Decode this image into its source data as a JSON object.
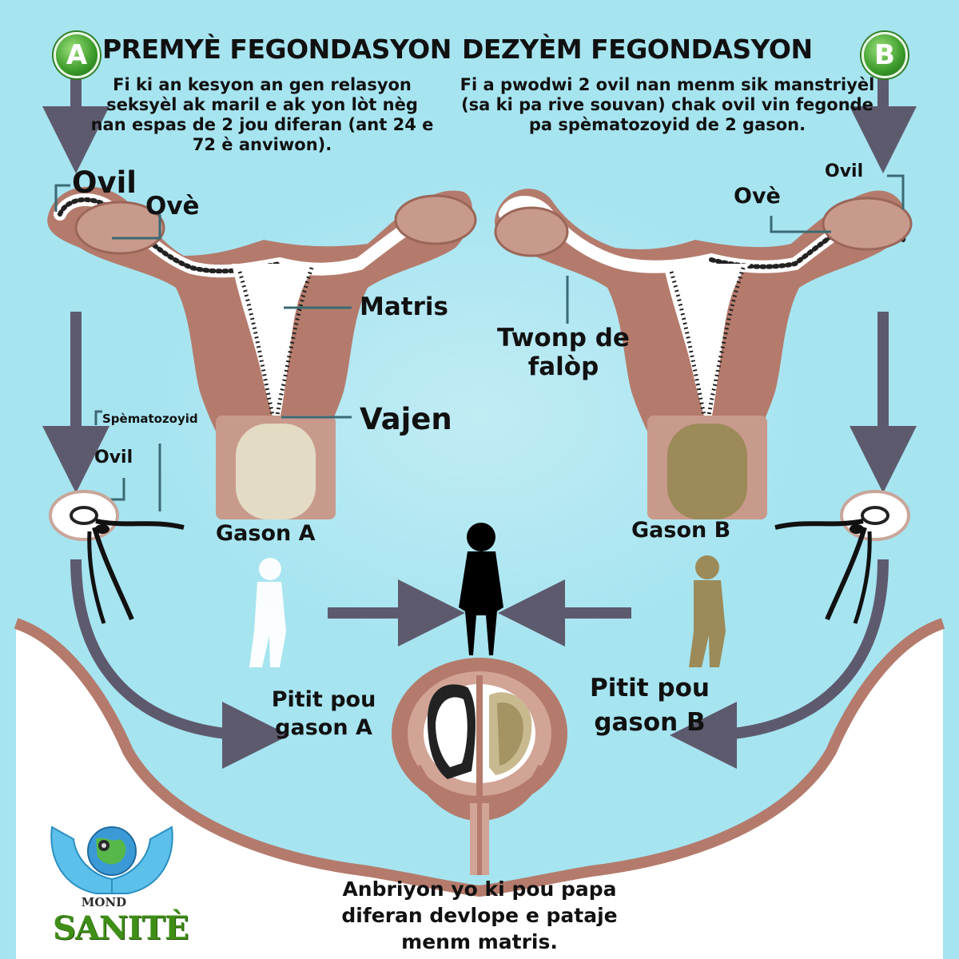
{
  "header": {
    "left": {
      "badge": "A",
      "title": "PREMYÈ FEGONDASYON",
      "desc": "Fi ki an kesyon an gen relasyon seksyèl ak maril e ak yon lòt nèg nan espas de 2 jou diferan (ant 24 e 72 è anviwon)."
    },
    "right": {
      "badge": "B",
      "title": "DEZYÈM FEGONDASYON",
      "desc": "Fi a pwodwi 2 ovil nan menm sik manstriyèl (sa ki pa rive souvan) chak ovil vin fegonde pa spèmatozoyid de 2 gason."
    }
  },
  "labels": {
    "ovil_left": "Ovil",
    "ove_left": "Ovè",
    "ovil_right": "Ovil",
    "ove_right": "Ovè",
    "matris": "Matris",
    "vajen": "Vajen",
    "twonp": "Twonp de falòp",
    "spematozoyid": "Spèmatozoyid",
    "ovil_small": "Ovil",
    "gason_a": "Gason A",
    "gason_b": "Gason B",
    "pitit_a": "Pitit pou gason A",
    "pitit_b": "Pitit pou gason B"
  },
  "footer": {
    "caption": "Anbriyon yo ki pou papa diferan devlope e pataje  menm matris."
  },
  "logo": {
    "top": "MOND",
    "bottom": "SANITÈ"
  },
  "colors": {
    "background": "#a6e4f0",
    "uterus": "#b47b6c",
    "uterus_light": "#d2a495",
    "arrow": "#5e5a6e",
    "badge_green": "#3a9a2a",
    "logo_blue": "#5cc0ea"
  }
}
